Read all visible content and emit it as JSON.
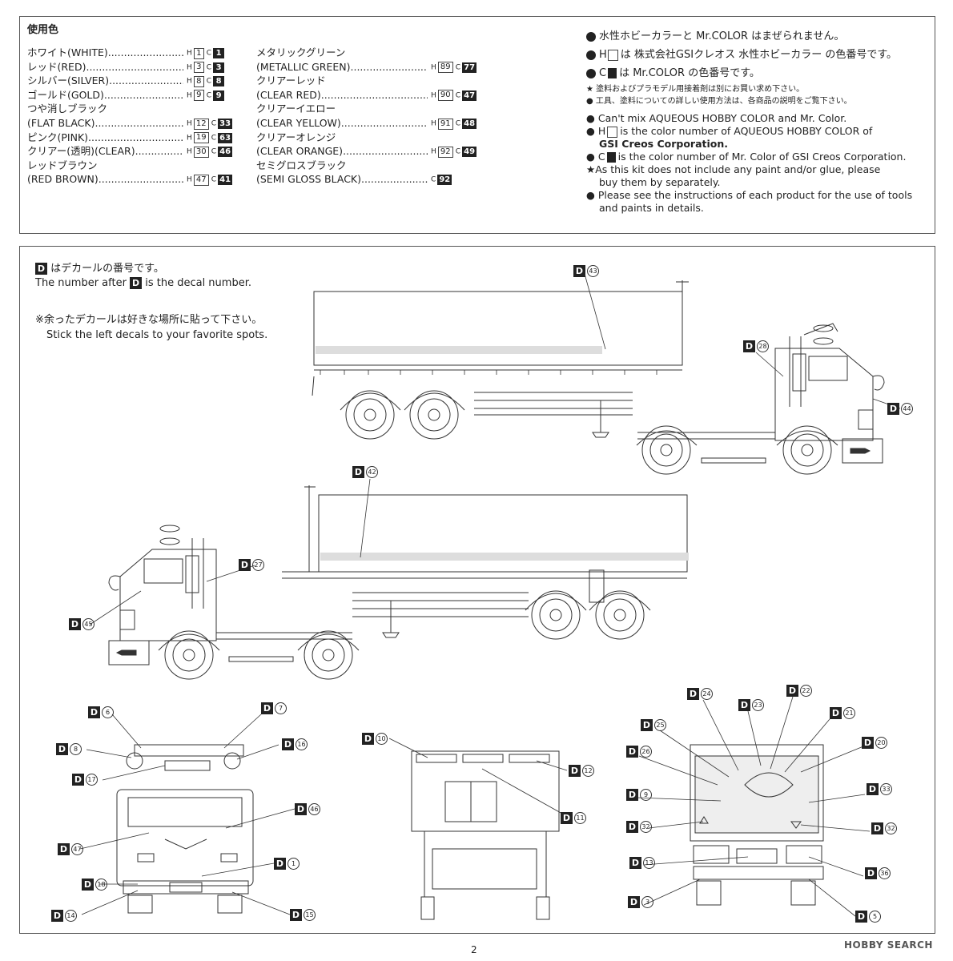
{
  "colors_title": "使用色",
  "colors_left": [
    {
      "label": "ホワイト(WHITE)",
      "h": "1",
      "c": "1"
    },
    {
      "label": "レッド(RED)",
      "h": "3",
      "c": "3"
    },
    {
      "label": "シルバー(SILVER)",
      "h": "8",
      "c": "8"
    },
    {
      "label": "ゴールド(GOLD)",
      "h": "9",
      "c": "9"
    },
    {
      "label_jp": "つや消しブラック",
      "label": "(FLAT BLACK)",
      "h": "12",
      "c": "33"
    },
    {
      "label": "ピンク(PINK)",
      "h": "19",
      "c": "63"
    },
    {
      "label": "クリアー(透明)(CLEAR)",
      "h": "30",
      "c": "46"
    },
    {
      "label_jp": "レッドブラウン",
      "label": "(RED BROWN)",
      "h": "47",
      "c": "41"
    }
  ],
  "colors_right": [
    {
      "label_jp": "メタリックグリーン",
      "label": "(METALLIC GREEN)",
      "h": "89",
      "c": "77"
    },
    {
      "label_jp": "クリアーレッド",
      "label": "(CLEAR RED)",
      "h": "90",
      "c": "47"
    },
    {
      "label_jp": "クリアーイエロー",
      "label": "(CLEAR YELLOW)",
      "h": "91",
      "c": "48"
    },
    {
      "label_jp": "クリアーオレンジ",
      "label": "(CLEAR ORANGE)",
      "h": "92",
      "c": "49"
    },
    {
      "label_jp": "セミグロスブラック",
      "label": "(SEMI GLOSS BLACK)",
      "h": "",
      "c": "92"
    }
  ],
  "notes_jp": {
    "line1": "水性ホビーカラーと Mr.COLOR はまぜられません。",
    "line2": "は 株式会社GSIクレオス 水性ホビーカラー の色番号です。",
    "line3": "は Mr.COLOR の色番号です。",
    "line4": "★ 塗料およびプラモデル用接着剤は別にお買い求め下さい。",
    "line5": "● 工具、塗料についての詳しい使用方法は、各商品の説明をご覧下さい。"
  },
  "notes_en": {
    "line1": "● Can't mix AQUEOUS HOBBY COLOR and Mr. Color.",
    "line2": "is the color number of AQUEOUS HOBBY COLOR of",
    "line3": "GSI Creos Corporation.",
    "line4": "is the color number of Mr. Color of GSI Creos Corporation.",
    "line5": "★As this kit does not include any paint and/or glue, please",
    "line6": "buy them by separately.",
    "line7": "● Please see the instructions of each product for the use of tools",
    "line8": "and paints in details."
  },
  "decal_intro": {
    "jp1": "はデカールの番号です。",
    "en1a": "The number after",
    "en1b": "is the decal number.",
    "jp2": "※余ったデカールは好きな場所に貼って下さい。",
    "en2": "Stick the left decals to your favorite spots."
  },
  "decal_letter": "D",
  "decals": [
    "43",
    "28",
    "44",
    "42",
    "27",
    "45",
    "6",
    "7",
    "8",
    "16",
    "17",
    "46",
    "47",
    "1",
    "18",
    "14",
    "15",
    "10",
    "12",
    "11",
    "24",
    "23",
    "22",
    "21",
    "25",
    "20",
    "26",
    "9",
    "33",
    "32",
    "32",
    "13",
    "36",
    "3",
    "5"
  ],
  "page_number": "2",
  "watermark": "HOBBY SEARCH"
}
